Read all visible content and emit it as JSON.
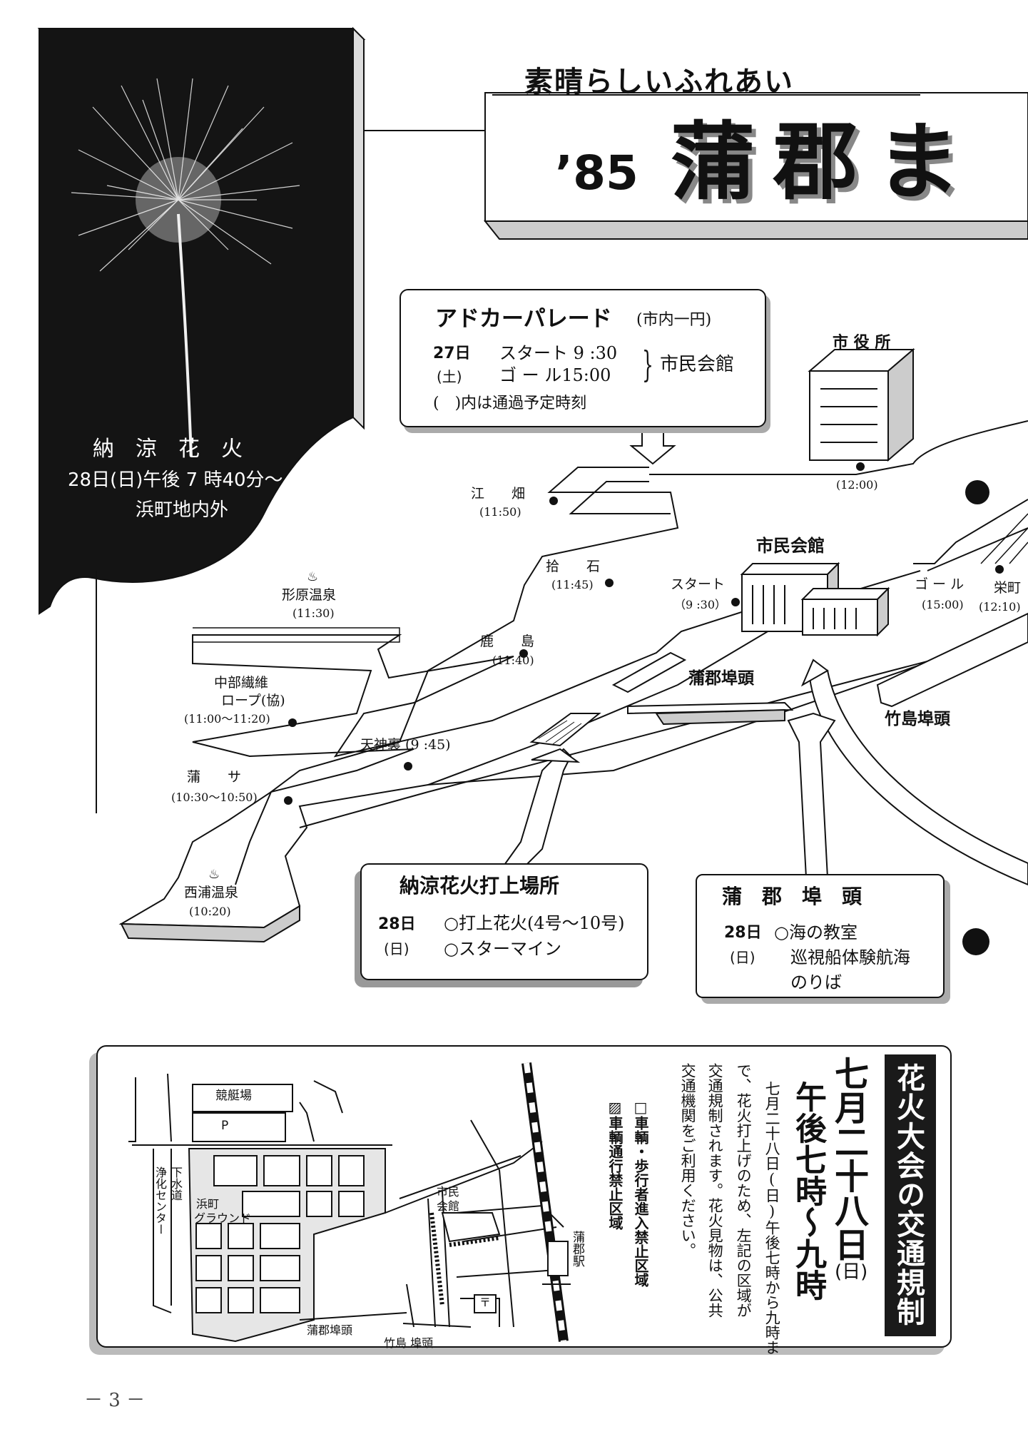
{
  "header": {
    "tagline": "素晴らしいふれあい",
    "year": "’85",
    "title": "蒲郡ま"
  },
  "fireworks_photo": {
    "caption_title": "納　涼　花　火",
    "caption_date": "28日(日)午後 7 時40分～",
    "caption_place": "浜町地内外"
  },
  "parade_box": {
    "title": "アドカーパレード",
    "title_note": "(市内一円)",
    "day_num": "27日",
    "day_week": "(土)",
    "start": "スタート 9 :30",
    "goal": "ゴ ー ル15:00",
    "venue": "市民会館",
    "note": "(　)内は通過予定時刻"
  },
  "map_labels": {
    "city_hall": "市 役 所",
    "city_hall_time": "(12:00)",
    "civic_hall": "市民会館",
    "start": "スタート",
    "start_time": "（9 :30）",
    "goal": "ゴ ー ル",
    "goal_time": "(15:00)",
    "sakaemachi": "栄町",
    "sakaemachi_time": "(12:10)",
    "ebata": "江　　畑",
    "ebata_time": "(11:50)",
    "hiroishi": "拾　　石",
    "hiroishi_time": "(11:45)",
    "kashima": "鹿　　島",
    "kashima_time": "(11:40)",
    "katahara": "形原温泉",
    "katahara_time": "(11:30)",
    "chubu_1": "中部繊維",
    "chubu_2": "ロープ(協)",
    "chubu_time": "(11:00～11:20)",
    "tenjinura": "天神裏 (9 :45)",
    "gamasa": "蒲　　サ",
    "gamasa_time": "(10:30～10:50)",
    "nishiura": "西浦温泉",
    "nishiura_time": "(10:20)",
    "gamagori_pier": "蒲郡埠頭",
    "takeshima_pier": "竹島埠頭"
  },
  "fireworks_box": {
    "title": "納涼花火打上場所",
    "day_num": "28日",
    "day_week": "(日)",
    "item1": "○打上花火(4号～10号)",
    "item2": "○スターマイン"
  },
  "pier_box": {
    "title": "蒲　郡　埠　頭",
    "day_num": "28日",
    "day_week": "(日)",
    "item1": "○海の教室",
    "item2": "巡視船体験航海",
    "item3": "のりば"
  },
  "traffic": {
    "heading": "花火大会の交通規制",
    "date_line": "七月二十八日",
    "date_dow": "(日)",
    "time_line": "午後七時～九時",
    "body_1": "七月二十八日(日)午後七時から九時ま",
    "body_2": "で、花火打上げのため、左記の区域が",
    "body_3": "交通規制されます。花火見物は、公共",
    "body_4": "交通機関をご利用ください。",
    "legend_1": "□車輌・歩行者進入禁止区域",
    "legend_2": "▨車輌通行禁止区域",
    "map": {
      "boat_race": "競艇場",
      "parking": "P",
      "sewage_1": "下水道",
      "sewage_2": "浄化センター",
      "ground_1": "浜町",
      "ground_2": "グラウンド",
      "civic_1": "市民",
      "civic_2": "会館",
      "station": "蒲郡駅",
      "post": "〒",
      "pier1": "蒲郡埠頭",
      "pier2": "竹島 埠頭"
    }
  },
  "page_number": "－ 3 －"
}
